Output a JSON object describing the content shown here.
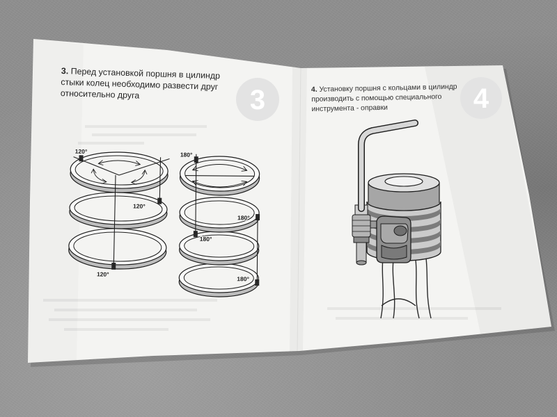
{
  "colors": {
    "surface": "#8f8f8f",
    "paper": "#f4f4f2",
    "ink": "#252525",
    "badge": "#e3e3e3"
  },
  "leaflet": {
    "step3": {
      "number": "3.",
      "lines": [
        "Перед установкой поршня в цилиндр",
        "стыки колец необходимо развести друг",
        "относительно друга"
      ],
      "badge": "3",
      "diagram_120": {
        "labels": [
          "120°",
          "120°",
          "120°"
        ]
      },
      "diagram_180": {
        "labels": [
          "180°",
          "180°",
          "180°",
          "180°"
        ]
      }
    },
    "step4": {
      "number": "4.",
      "lines": [
        "Установку поршня с кольцами в цилиндр",
        "производить с помощью специального",
        "инструмента - оправки"
      ],
      "badge": "4"
    }
  }
}
